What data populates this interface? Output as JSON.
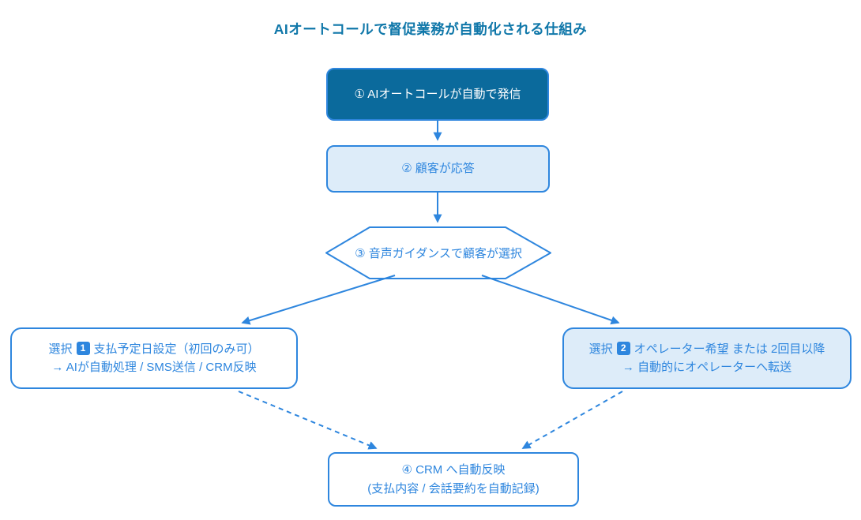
{
  "title": "AIオートコールで督促業務が自動化される仕組み",
  "colors": {
    "accent_blue": "#2e86de",
    "dark_node_fill": "#0b6a9c",
    "light_node_fill": "#ddecf9",
    "title_text": "#0f77a9",
    "dark_node_text": "#ffffff"
  },
  "nodes": {
    "step1": {
      "label": "① AIオートコールが自動で発信"
    },
    "step2": {
      "label": "② 顧客が応答"
    },
    "step3": {
      "label": "③ 音声ガイダンスで顧客が選択"
    },
    "option1": {
      "prefix": "選択",
      "badge": "1",
      "title": "支払予定日設定（初回のみ可）",
      "subtitle": "→ AIが自動処理 / SMS送信 / CRM反映"
    },
    "option2": {
      "prefix": "選択",
      "badge": "2",
      "title": "オペレーター希望 または 2回目以降",
      "subtitle": "→ 自動的にオペレーターへ転送"
    },
    "step4": {
      "line1": "④ CRM へ自動反映",
      "line2": "(支払内容 / 会話要約を自動記録)"
    }
  }
}
